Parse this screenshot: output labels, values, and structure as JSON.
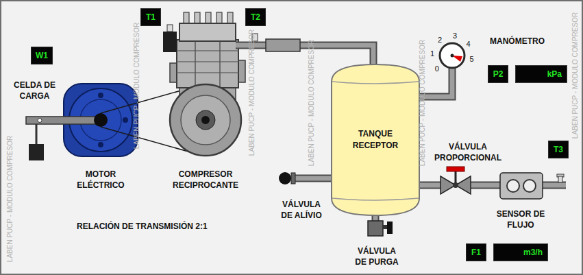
{
  "diagram": {
    "nodes": [
      {
        "text": [
          "W1"
        ]
      },
      {
        "text": [
          "T1"
        ]
      },
      {
        "text": [
          "T2"
        ]
      },
      {
        "text": [
          "0",
          "1",
          "2",
          "3",
          "4",
          "5"
        ]
      },
      {
        "text": [
          "P2"
        ]
      },
      {
        "text": [
          "kPa"
        ]
      },
      {
        "text": [
          "TANQUE RECEPTOR"
        ]
      },
      {
        "text": [
          "T3"
        ]
      },
      {
        "text": [
          "F1"
        ]
      },
      {
        "text": [
          "m3/h"
        ]
      }
    ],
    "edges": [
      {
        "from": 3,
        "to": 6,
        "arrow": "none"
      }
    ],
    "labels": [
      "CELDA DE CARGA",
      "MOTOR ELÉCTRICO",
      "COMPRESOR RECIPROCANTE",
      "MANÓMETRO",
      "VÁLVULA PROPORCIONAL",
      "VÁLVULA DE ALÍVIO",
      "SENSOR DE FLUJO",
      "VÁLVULA DE PURGA",
      "RELACIÓN DE TRANSMISIÓN 2:1",
      "LABEN PUCP - MODULO COMPRESOR",
      "LABEN PUCP - MODULO COMPRESOR",
      "LABEN PUCP - MODULO COMPRESOR",
      "LABEN PUCP - MODULO COMPRESOR",
      "LABEN PUCP - MODULO COMPRESOR",
      "LABEN PUCP - MODULO COMPRESOR"
    ]
  }
}
